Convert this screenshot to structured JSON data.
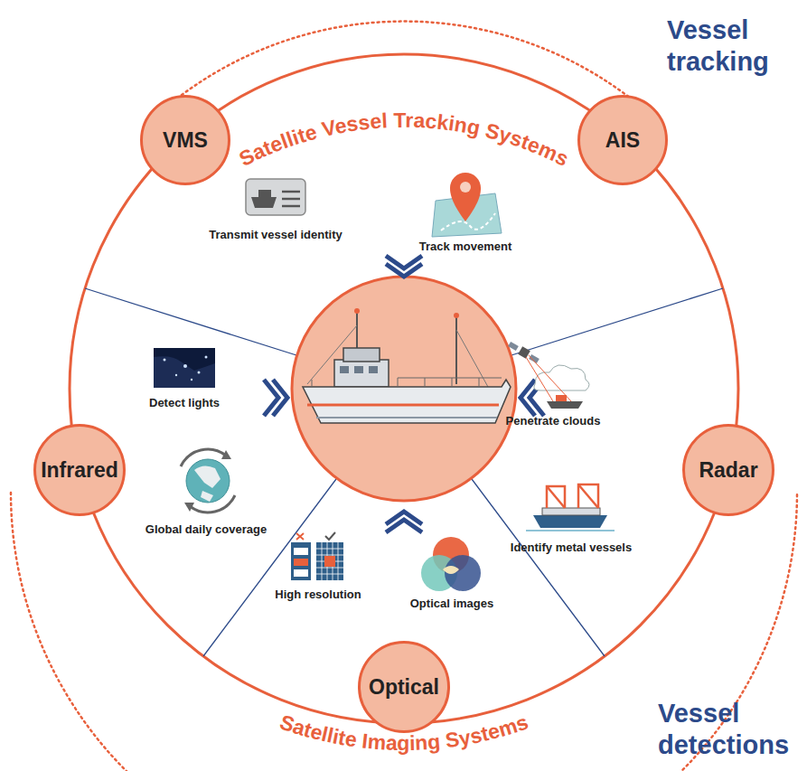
{
  "diagram": {
    "nodes": [
      {
        "text": [
          "VMS"
        ]
      },
      {
        "text": [
          "AIS"
        ]
      },
      {
        "text": [
          "Infrared"
        ]
      },
      {
        "text": [
          "Radar"
        ]
      },
      {
        "text": [
          "Optical"
        ]
      }
    ],
    "labels": [
      "Satellite Vessel Tracking Systems",
      "Vessel tracking",
      "Transmit vessel identity",
      "Track movement",
      "Detect lights",
      "Global daily coverage",
      "Penetrate clouds",
      "Identify metal vessels",
      "High resolution",
      "Optical images",
      "Satellite Imaging Systems",
      "Vessel detections"
    ]
  }
}
